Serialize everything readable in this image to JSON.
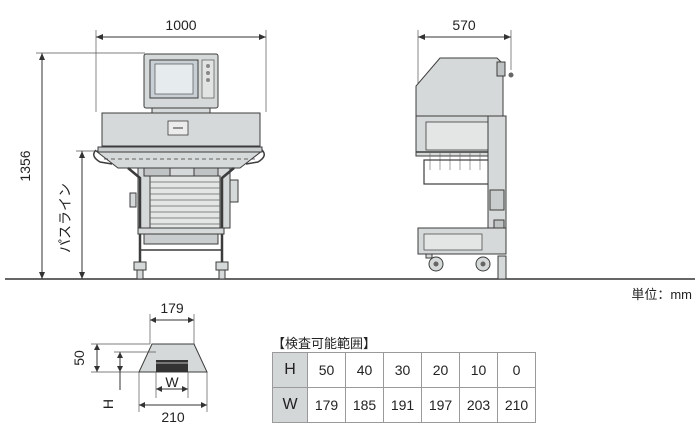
{
  "front_view": {
    "width_label": "1000",
    "height_label": "1356",
    "passline_label": "パスライン"
  },
  "side_view": {
    "depth_label": "570"
  },
  "unit_label": "単位：mm",
  "section": {
    "top_label": "179",
    "bottom_label": "210",
    "height_label": "50",
    "h_label": "H",
    "w_label": "W"
  },
  "range_table": {
    "title": "【検査可能範囲】",
    "rows": [
      {
        "header": "H",
        "values": [
          "50",
          "40",
          "30",
          "20",
          "10",
          "0"
        ]
      },
      {
        "header": "W",
        "values": [
          "179",
          "185",
          "191",
          "197",
          "203",
          "210"
        ]
      }
    ]
  },
  "colors": {
    "body": "#d6d9d9",
    "line": "#3c3c3c",
    "screen": "#c8d0d6"
  }
}
